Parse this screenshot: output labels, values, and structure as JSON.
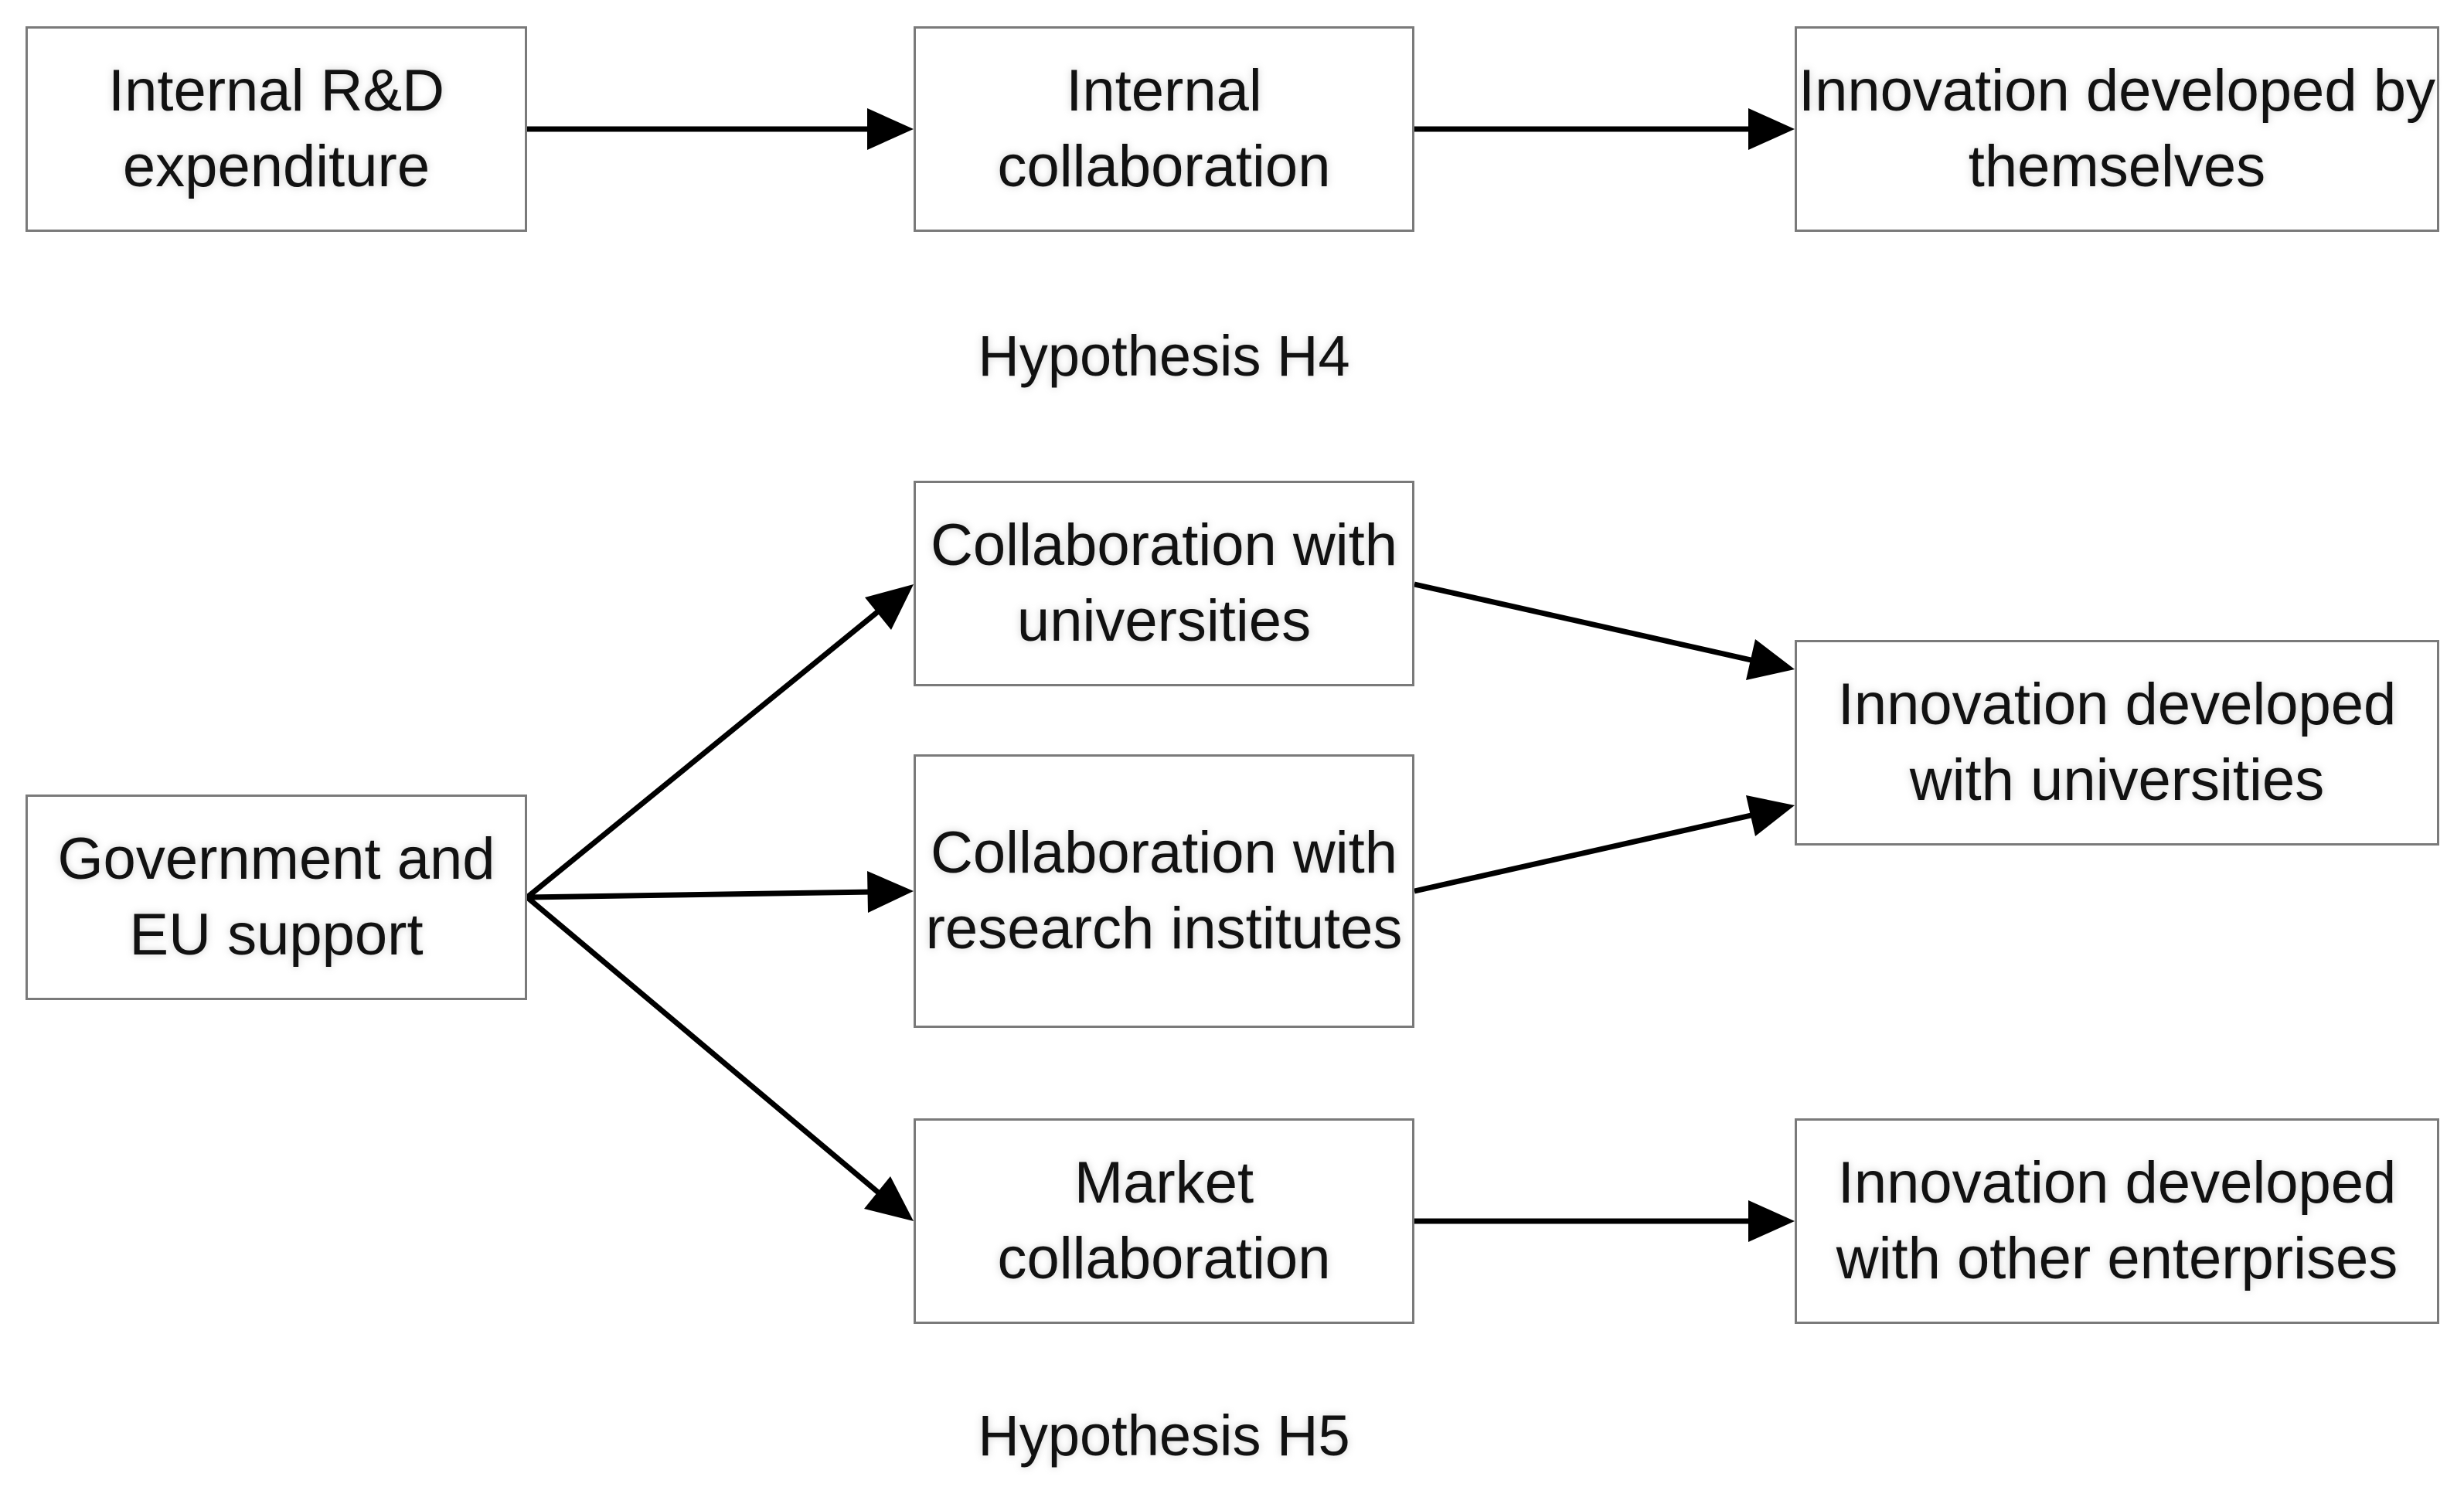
{
  "diagram": {
    "h4": {
      "nodes": {
        "rd_expenditure": "Internal R&D expenditure",
        "internal_collaboration": "Internal collaboration",
        "innovation_themselves": "Innovation developed by themselves"
      },
      "caption": "Hypothesis H4"
    },
    "h5": {
      "nodes": {
        "gov_eu_support": "Government and EU support",
        "collab_universities": "Collaboration with universities",
        "collab_research": "Collaboration with research institutes",
        "market_collaboration": "Market collaboration",
        "innovation_universities": "Innovation developed with universities",
        "innovation_enterprises": "Innovation developed with other enterprises"
      },
      "caption": "Hypothesis H5"
    },
    "edges": [
      {
        "from": "rd_expenditure",
        "to": "internal_collaboration"
      },
      {
        "from": "internal_collaboration",
        "to": "innovation_themselves"
      },
      {
        "from": "gov_eu_support",
        "to": "collab_universities"
      },
      {
        "from": "gov_eu_support",
        "to": "collab_research"
      },
      {
        "from": "gov_eu_support",
        "to": "market_collaboration"
      },
      {
        "from": "collab_universities",
        "to": "innovation_universities"
      },
      {
        "from": "collab_research",
        "to": "innovation_universities"
      },
      {
        "from": "market_collaboration",
        "to": "innovation_enterprises"
      }
    ],
    "colors": {
      "box_border": "#7a7a7a",
      "arrow": "#000000",
      "text": "#111111"
    }
  }
}
